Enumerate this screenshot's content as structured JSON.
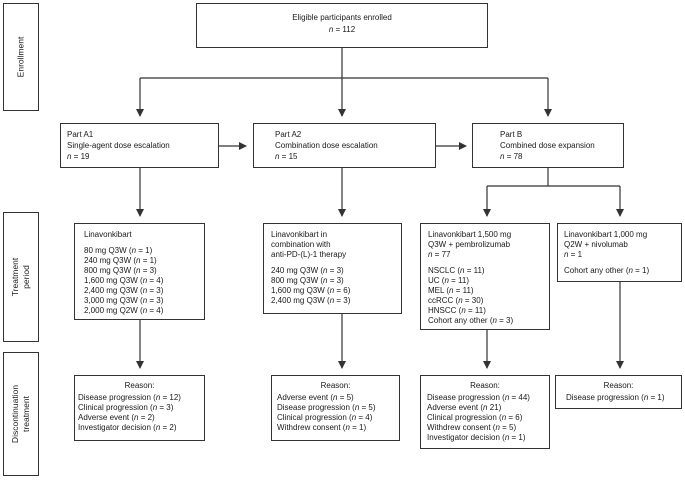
{
  "sidebar": {
    "enrollment": "Enrollment",
    "treatment": [
      "Treatment",
      "period"
    ],
    "discontinuation": [
      "Discontinuation",
      "treatment"
    ]
  },
  "enrolled": {
    "title": "Eligible participants enrolled",
    "n": " = 112"
  },
  "parts": [
    {
      "title": "Part A1",
      "subtitle": "Single-agent dose escalation",
      "n": " = 19"
    },
    {
      "title": "Part A2",
      "subtitle": "Combination dose escalation",
      "n": " = 15"
    },
    {
      "title": "Part B",
      "subtitle": "Combined dose expansion",
      "n": " = 78"
    }
  ],
  "treatment": {
    "a1": {
      "title": "Linavonkibart",
      "doses": [
        [
          "80 mg Q3W (",
          " = 1)"
        ],
        [
          "240 mg Q3W (",
          " = 1)"
        ],
        [
          "800 mg Q3W (",
          " = 3)"
        ],
        [
          "1,600 mg Q3W (",
          " = 4)"
        ],
        [
          "2,400 mg Q3W (",
          " = 3)"
        ],
        [
          "3,000 mg Q3W (",
          " = 3)"
        ],
        [
          "2,000 mg Q2W (",
          " = 4)"
        ]
      ]
    },
    "a2": {
      "title": [
        "Linavonkibart in",
        "combination with",
        "anti-PD-(L)-1 therapy"
      ],
      "doses": [
        [
          "240 mg Q3W (",
          " = 3)"
        ],
        [
          "800 mg Q3W (",
          " = 3)"
        ],
        [
          "1,600 mg Q3W (",
          " = 6)"
        ],
        [
          "2,400 mg Q3W (",
          " = 3)"
        ]
      ]
    },
    "b1": {
      "title": [
        "Linavonkibart 1,500 mg",
        "Q3W + pembrolizumab"
      ],
      "n": " = 77",
      "cohorts": [
        [
          "NSCLC (",
          " = 11)"
        ],
        [
          "UC (",
          " = 11)"
        ],
        [
          "MEL (",
          " = 11)"
        ],
        [
          "ccRCC (",
          " = 30)"
        ],
        [
          "HNSCC (",
          " = 11)"
        ],
        [
          "Cohort any other (",
          " = 3)"
        ]
      ]
    },
    "b2": {
      "title": [
        "Linavonkibart 1,000 mg",
        "Q2W + nivolumab"
      ],
      "n": " = 1",
      "cohorts": [
        [
          "Cohort any other (",
          " = 1)"
        ]
      ]
    }
  },
  "discontinuation": {
    "reason_label": "Reason:",
    "a1": [
      [
        "Disease progression (",
        " = 12)"
      ],
      [
        "Clinical progression (",
        " = 3)"
      ],
      [
        "Adverse event (",
        " = 2)"
      ],
      [
        "Investigator decision (",
        " = 2)"
      ]
    ],
    "a2": [
      [
        "Adverse event (",
        " = 5)"
      ],
      [
        "Disease progression (",
        " = 5)"
      ],
      [
        "Clinical progression (",
        " = 4)"
      ],
      [
        "Withdrew consent (",
        " = 1)"
      ]
    ],
    "b1": [
      [
        "Disease progression (",
        " = 44)"
      ],
      [
        "Adverse event (",
        "  21)"
      ],
      [
        "Clinical progression (",
        " = 6)"
      ],
      [
        "Withdrew consent (",
        " = 5)"
      ],
      [
        "Investigator decision (",
        " = 1)"
      ]
    ],
    "b2": [
      [
        "Disease progression (",
        " = 1)"
      ]
    ]
  }
}
